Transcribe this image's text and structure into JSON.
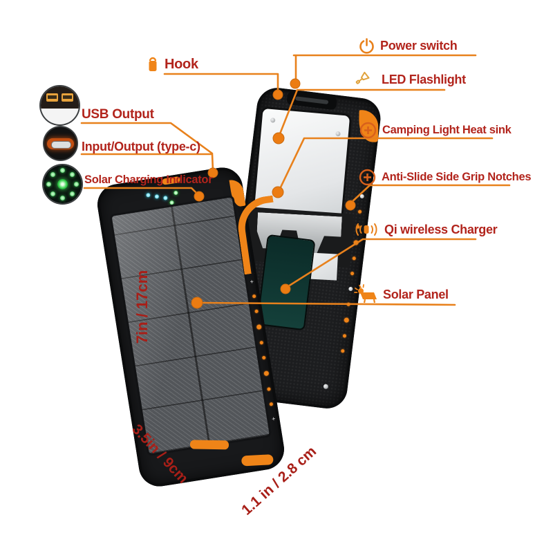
{
  "figure": "solar-power-bank-feature-diagram",
  "labels": {
    "hook": "Hook",
    "power_switch": "Power switch",
    "led_flashlight": "LED Flashlight",
    "usb_output": "USB Output",
    "type_c": "Input/Output (type-c)",
    "solar_indicator": "Solar Charging Indicator",
    "camping_heatsink": "Camping Light Heat sink",
    "anti_slide": "Anti-Slide Side Grip Notches",
    "qi_wireless": "Qi wireless Charger",
    "solar_panel": "Solar Panel"
  },
  "dimensions": {
    "height": "7in / 17cm",
    "width": "3.5in / 9cm",
    "thickness": "1.1 in / 2.8 cm"
  },
  "icons": [
    "hook-icon",
    "power-icon",
    "flashlight-icon",
    "plus-circle-icon",
    "wireless-charge-icon",
    "solar-panel-icon",
    "usb-ports-photo-circle",
    "type-c-port-photo-circle",
    "charging-indicator-photo-circle"
  ],
  "colors": {
    "callout_line": "#e8811c",
    "callout_dot": "#ec7c12",
    "label_text": "#b2241c",
    "dimension_text": "#a81f18",
    "accent_orange": "#ef8418",
    "device_black": "#18191b",
    "solar_panel_gray": "#53565a",
    "camping_light_white": "#f2f3f4",
    "led_green": "#26bf3c",
    "led_cyan": "#27b9cf",
    "background": "#ffffff"
  }
}
